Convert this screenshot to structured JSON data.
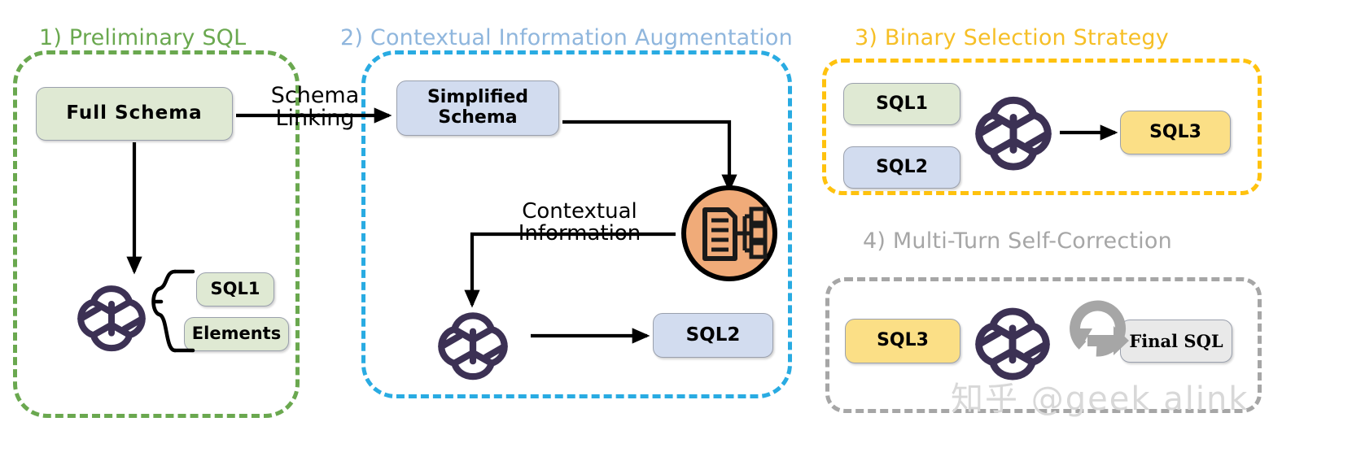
{
  "panels": [
    {
      "id": "preliminary-sql",
      "title": "1) Preliminary SQL",
      "color": "#6aa84f"
    },
    {
      "id": "contextual-aug",
      "title": "2) Contextual Information Augmentation",
      "color": "#8fb6dd"
    },
    {
      "id": "binary-selection",
      "title": "3) Binary Selection Strategy",
      "color": "#f6bf26"
    },
    {
      "id": "multi-turn-correction",
      "title": "4) Multi-Turn Self-Correction",
      "color": "#a6a6a6"
    }
  ],
  "boxes": {
    "full_schema": "Full Schema",
    "sql1_panel1": "SQL1",
    "elements": "Elements",
    "simplified_schema": "Simplified\nSchema",
    "simplified_line1": "Simplified",
    "simplified_line2": "Schema",
    "sql2_panel2": "SQL2",
    "sql1_panel3": "SQL1",
    "sql2_panel3": "SQL2",
    "sql3_panel3": "SQL3",
    "sql3_panel4": "SQL3",
    "final_sql": "Final SQL"
  },
  "edge_labels": {
    "schema_linking_line1": "Schema",
    "schema_linking_line2": "Linking",
    "contextual_line1": "Contextual",
    "contextual_line2": "Information"
  },
  "icons": {
    "llm_panel1": "openai-logo-icon",
    "llm_panel2": "openai-logo-icon",
    "llm_panel3": "openai-logo-icon",
    "llm_panel4": "openai-logo-icon",
    "context_retrieval": "document-schema-icon",
    "self_correction_loop": "refresh-loop-icon",
    "grouping_brace": "curly-brace-icon"
  },
  "colors": {
    "green_panel": "#6aa84f",
    "blue_panel": "#29ABE2",
    "yellow_panel": "#FFC20E",
    "grey_panel": "#a6a6a6",
    "box_green": "#dfe9d3",
    "box_blue": "#d2dcef",
    "box_yellow": "#fbdf86",
    "box_grey": "#e9e9e9",
    "llm_logo": "#3c3154",
    "icon_circle": "#f0ab79",
    "loop_arrow": "#a6a6a6",
    "arrow": "#000000"
  },
  "watermark": "知乎 @geek alink"
}
